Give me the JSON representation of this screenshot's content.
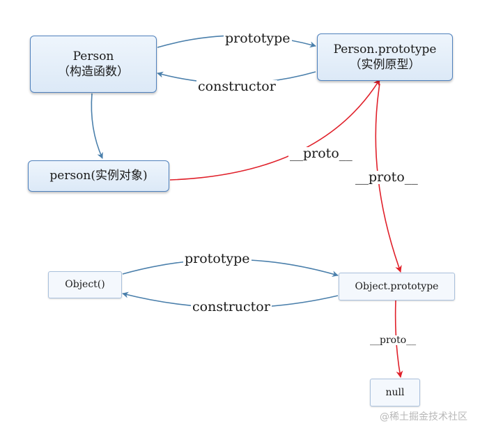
{
  "nodes": {
    "person": {
      "line1": "Person",
      "line2": "（构造函数）"
    },
    "person_prototype": {
      "line1": "Person.prototype",
      "line2": "（实例原型）"
    },
    "person_instance": {
      "label": "person(实例对象)"
    },
    "object": {
      "label": "Object()"
    },
    "object_prototype": {
      "label": "Object.prototype"
    },
    "null": {
      "label": "null"
    }
  },
  "edges": {
    "person_prototype_link": "prototype",
    "person_constructor_link": "constructor",
    "instance_proto_link": "__proto__",
    "prototype_proto_link": "__proto__",
    "object_prototype_link": "prototype",
    "object_constructor_link": "constructor",
    "object_proto_null_link": "__proto__"
  },
  "colors": {
    "blue_arrow": "#4a7fab",
    "red_arrow": "#e0202a",
    "node_border": "#4f81bd"
  },
  "watermark": "@稀土掘金技术社区"
}
